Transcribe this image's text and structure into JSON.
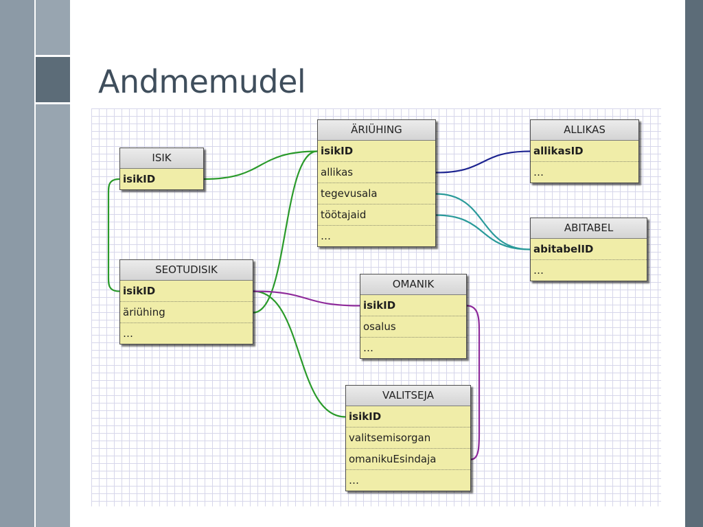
{
  "slide": {
    "title": "Andmemudel"
  },
  "colors": {
    "green": "#2a9a2a",
    "navy": "#1c2390",
    "teal": "#2a9a9a",
    "purple": "#8e2a9a",
    "entity_fill": "#f0eda8"
  },
  "diagram": {
    "entities": {
      "isik": {
        "name": "ISIK",
        "fields": [
          "isikID"
        ]
      },
      "ariuhing": {
        "name": "ÄRIÜHING",
        "fields": [
          "isikID",
          "allikas",
          "tegevusala",
          "töötajaid",
          "…"
        ]
      },
      "allikas": {
        "name": "ALLIKAS",
        "fields": [
          "allikasID",
          "…"
        ]
      },
      "abitabel": {
        "name": "ABITABEL",
        "fields": [
          "abitabelID",
          "…"
        ]
      },
      "seotudisik": {
        "name": "SEOTUDISIK",
        "fields": [
          "isikID",
          "äriühing",
          "…"
        ]
      },
      "omanik": {
        "name": "OMANIK",
        "fields": [
          "isikID",
          "osalus",
          "…"
        ]
      },
      "valitseja": {
        "name": "VALITSEJA",
        "fields": [
          "isikID",
          "valitsemisorgan",
          "omanikuEsindaja",
          "…"
        ]
      }
    },
    "relationships": [
      {
        "from": "isik.isikID",
        "to": "ariuhing.isikID",
        "color": "green"
      },
      {
        "from": "isik.isikID",
        "to": "seotudisik.isikID",
        "color": "green"
      },
      {
        "from": "seotudisik.äriühing",
        "to": "ariuhing.isikID",
        "color": "green"
      },
      {
        "from": "seotudisik.isikID",
        "to": "valitseja.isikID",
        "color": "green"
      },
      {
        "from": "seotudisik.isikID",
        "to": "omanik.isikID",
        "color": "purple"
      },
      {
        "from": "omanik.isikID",
        "to": "valitseja.omanikuEsindaja",
        "color": "purple"
      },
      {
        "from": "ariuhing.allikas",
        "to": "allikas.allikasID",
        "color": "navy"
      },
      {
        "from": "ariuhing.tegevusala",
        "to": "abitabel.abitabelID",
        "color": "teal"
      },
      {
        "from": "ariuhing.töötajaid",
        "to": "abitabel.abitabelID",
        "color": "teal"
      }
    ]
  }
}
